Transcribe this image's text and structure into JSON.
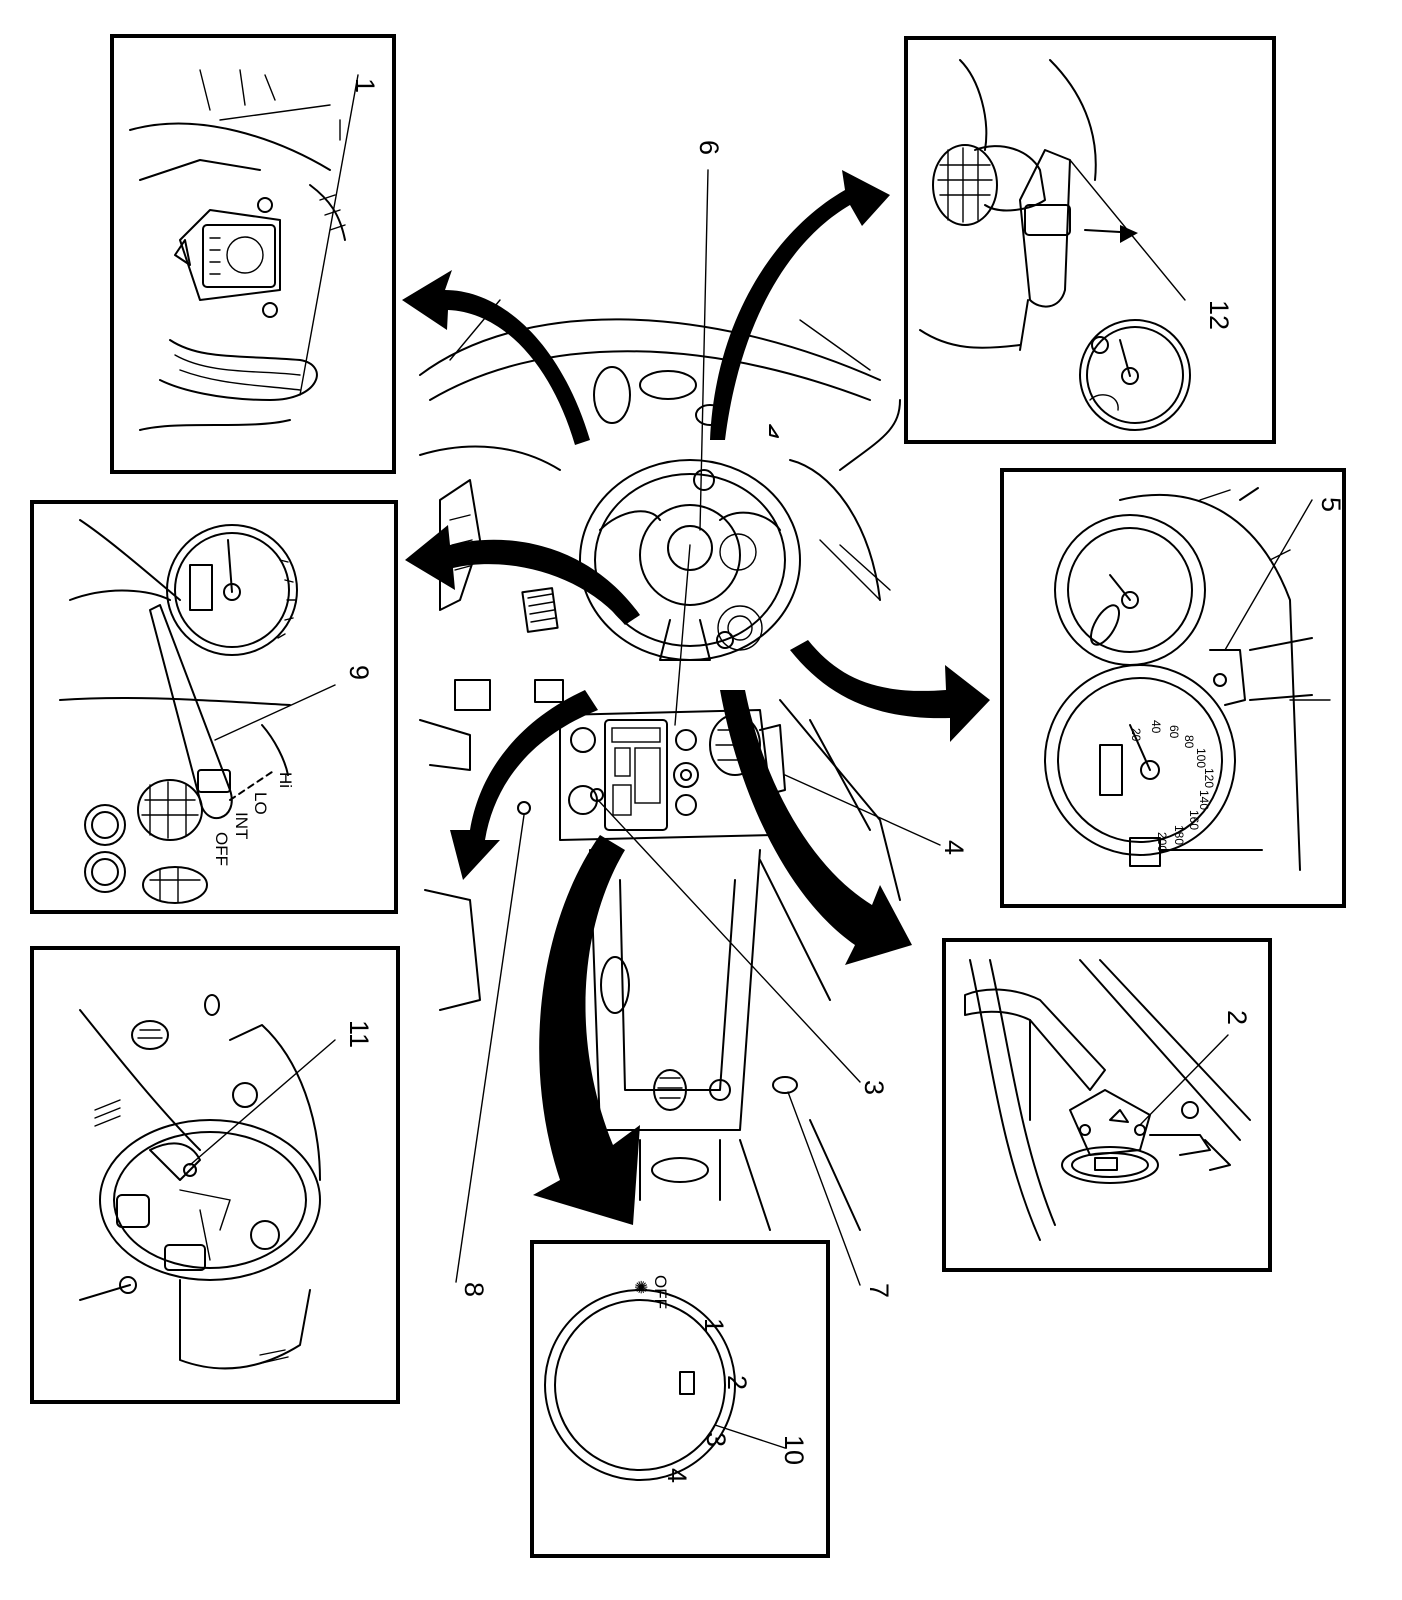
{
  "callouts": {
    "c1": "1",
    "c2": "2",
    "c3": "3",
    "c4": "4",
    "c5": "5",
    "c6": "6",
    "c7": "7",
    "c8": "8",
    "c9": "9",
    "c10": "10",
    "c11": "11",
    "c12": "12"
  },
  "wiper_positions": {
    "hi": "Hi",
    "lo": "LO",
    "int": "INT",
    "off": "OFF"
  },
  "light_switch": {
    "off": "OFF",
    "p1": "1",
    "p2": "2",
    "p3": "3",
    "p4": "4"
  },
  "speedometer_ticks": [
    "20",
    "40",
    "60",
    "80",
    "100",
    "120",
    "140",
    "160",
    "180",
    "200"
  ]
}
